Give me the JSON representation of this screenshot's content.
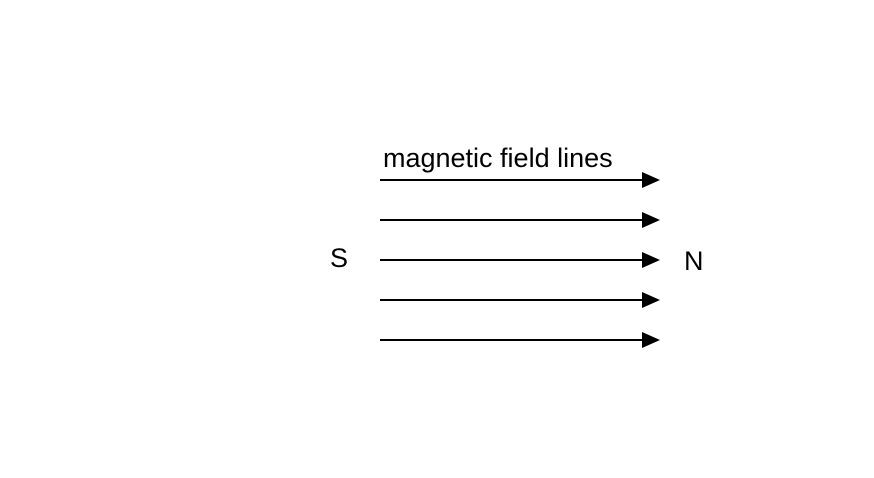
{
  "diagram": {
    "caption": "magnetic field lines",
    "south_pole_label": "S",
    "north_pole_label": "N",
    "line_color": "#000000",
    "field_line_count": 5,
    "arrow_direction": "left-to-right"
  }
}
